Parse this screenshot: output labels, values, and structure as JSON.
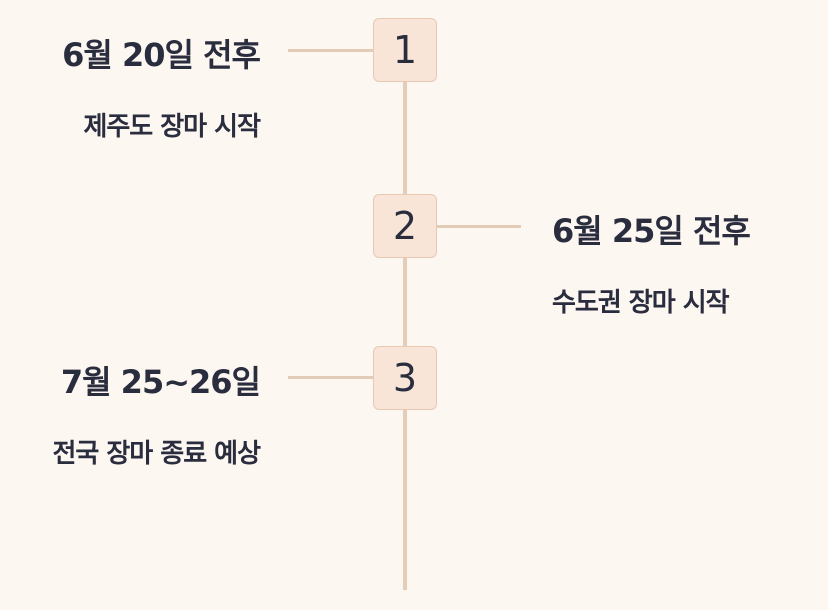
{
  "timeline": {
    "accent_color": "#e3ccb8",
    "badge_color": "#f8e5d8",
    "events": [
      {
        "step": "1",
        "date": "6월 20일 전후",
        "description": "제주도 장마 시작",
        "side": "left"
      },
      {
        "step": "2",
        "date": "6월 25일 전후",
        "description": "수도권 장마 시작",
        "side": "right"
      },
      {
        "step": "3",
        "date": "7월 25~26일",
        "description": "전국 장마 종료 예상",
        "side": "left"
      }
    ]
  }
}
